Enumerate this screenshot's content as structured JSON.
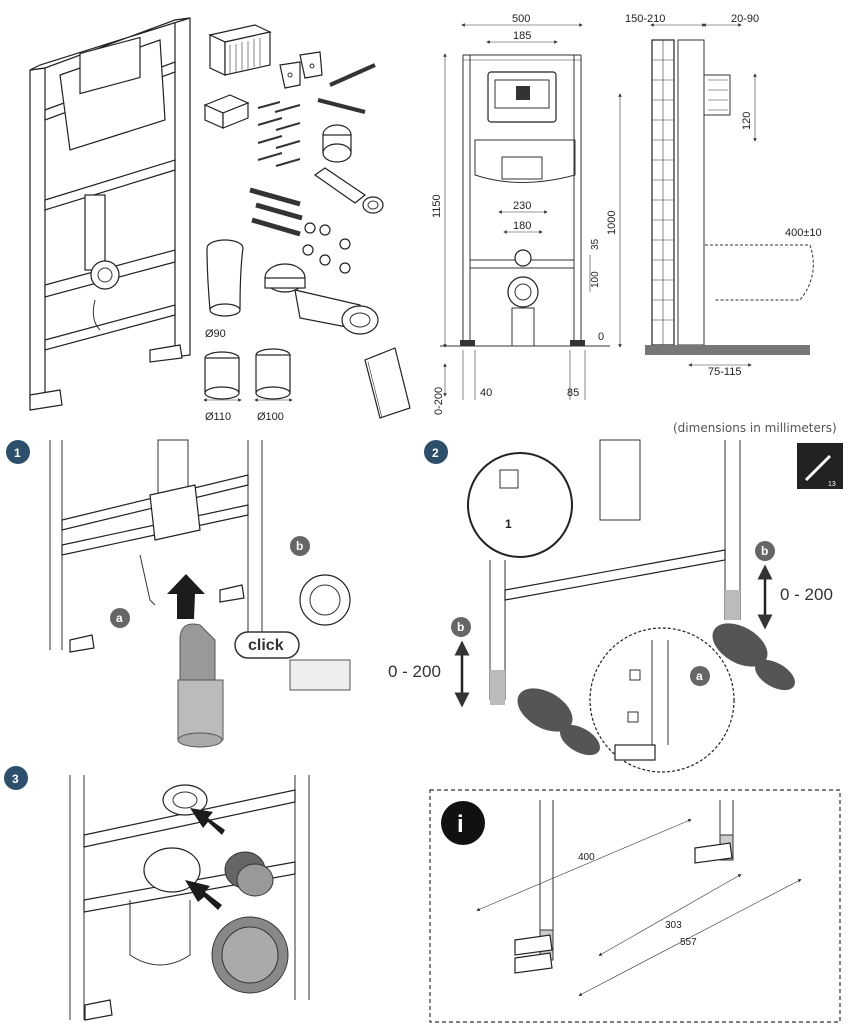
{
  "parts": {
    "pipe_labels": [
      "Ø90",
      "Ø110",
      "Ø100"
    ]
  },
  "front_view": {
    "dims": {
      "width": "500",
      "plate": "185",
      "height_total": "1150",
      "height_1000": "1000",
      "spacing_230": "230",
      "spacing_180": "180",
      "d35": "35",
      "d100": "100",
      "zero": "0",
      "adjust": "0-200",
      "foot_40": "40",
      "foot_85": "85"
    }
  },
  "side_view": {
    "dims": {
      "wall": "150-210",
      "offset": "20-90",
      "d120": "120",
      "seat_height": "400±10",
      "floor": "75-115"
    }
  },
  "note": "(dimensions in millimeters)",
  "steps": {
    "s1": {
      "num": "1",
      "label_a": "a",
      "label_b": "b",
      "click": "click"
    },
    "s2": {
      "num": "2",
      "label_a": "a",
      "label_b_left": "b",
      "label_b_right": "b",
      "range_left": "0 - 200",
      "range_right": "0 - 200",
      "inset_number": "1",
      "tool_number": "13"
    },
    "s3": {
      "num": "3"
    },
    "info": {
      "icon": "i",
      "d400": "400",
      "d303": "303",
      "d557": "557"
    }
  },
  "colors": {
    "badge": "#2d4f6c",
    "shoe": "#555555",
    "arrow": "#1c1c1c"
  }
}
